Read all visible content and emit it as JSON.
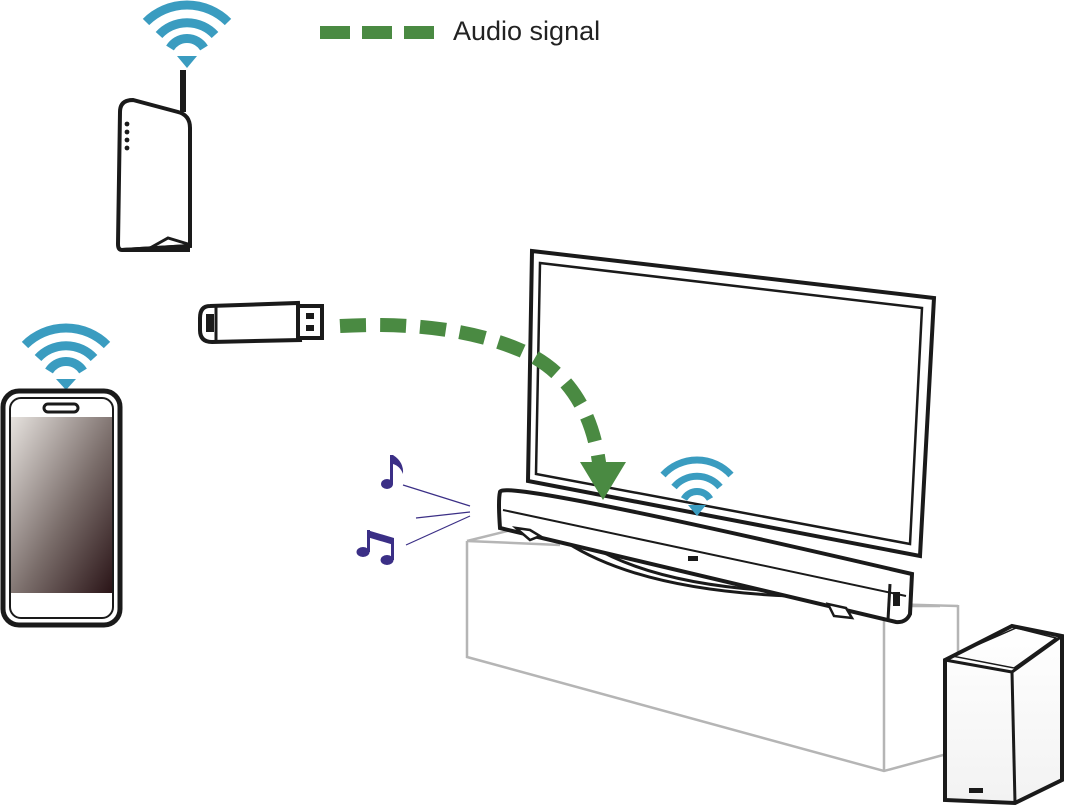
{
  "legend": {
    "label": "Audio signal",
    "line_style": "dashed"
  },
  "devices": {
    "router": "wireless-router",
    "usb": "usb-memory-device",
    "phone": "smartphone",
    "tv": "television",
    "soundbar": "sound-bar",
    "subwoofer": "wireless-subwoofer",
    "stand": "tv-stand"
  },
  "colors": {
    "audio_signal": "#4a8a42",
    "wifi": "#3a9cc0",
    "music_notes": "#3b2f86",
    "outline": "#1a1a1a",
    "stand": "#b5b5b5"
  }
}
